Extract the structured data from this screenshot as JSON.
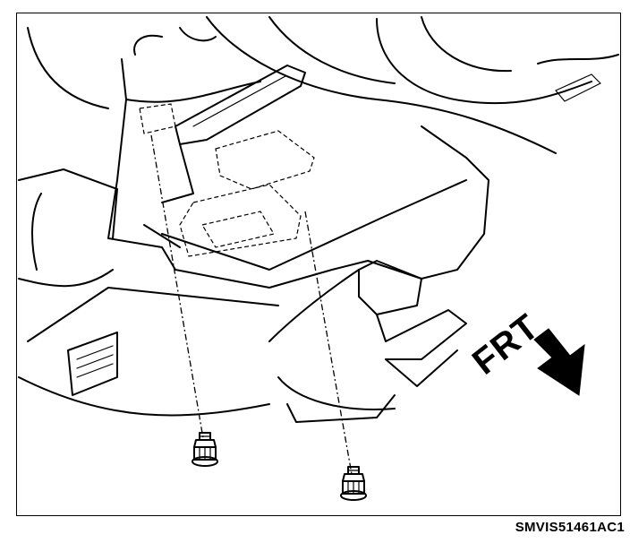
{
  "figure": {
    "direction_label": "FRT",
    "figure_code": "SMVIS51461AC1",
    "arrow_icon": "front-direction-arrow",
    "fastener_icon": "bolt"
  }
}
